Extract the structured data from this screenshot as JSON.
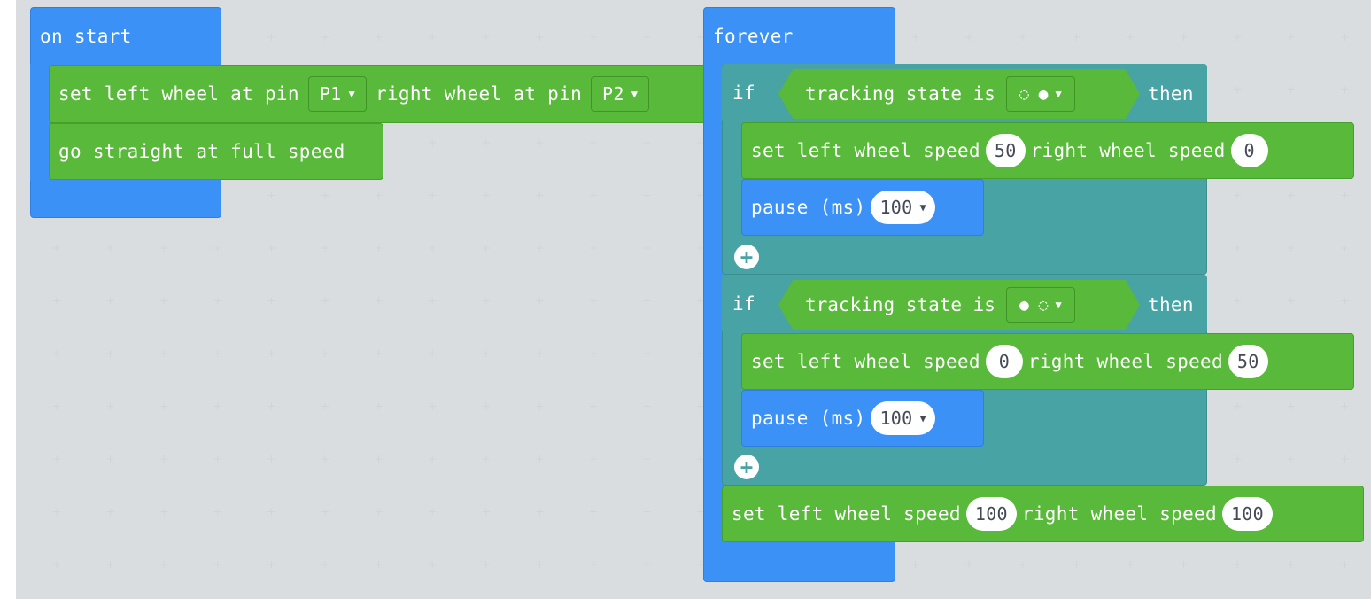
{
  "on_start": {
    "label": "on start",
    "set_wheels": {
      "left_label": "set left wheel at pin",
      "left_pin": "P1",
      "right_label": "right wheel at pin",
      "right_pin": "P2"
    },
    "go_straight": "go straight at full speed"
  },
  "forever": {
    "label": "forever",
    "if1": {
      "if_label": "if",
      "cond_label": "tracking state is",
      "cond_value": "◌ ●",
      "then_label": "then",
      "set_speed": {
        "left_label": "set left wheel speed",
        "left": "50",
        "right_label": "right wheel speed",
        "right": "0"
      },
      "pause": {
        "label": "pause (ms)",
        "value": "100"
      }
    },
    "if2": {
      "if_label": "if",
      "cond_label": "tracking state is",
      "cond_value": "● ◌",
      "then_label": "then",
      "set_speed": {
        "left_label": "set left wheel speed",
        "left": "0",
        "right_label": "right wheel speed",
        "right": "50"
      },
      "pause": {
        "label": "pause (ms)",
        "value": "100"
      }
    },
    "final_speed": {
      "left_label": "set left wheel speed",
      "left": "100",
      "right_label": "right wheel speed",
      "right": "100"
    }
  },
  "icons": {
    "dropdown": "caret-down-icon",
    "add": "plus-circle-icon"
  },
  "colors": {
    "event": "#3c91f7",
    "motor": "#59b93a",
    "logic": "#48a3a5",
    "workspace": "#eceff1"
  }
}
